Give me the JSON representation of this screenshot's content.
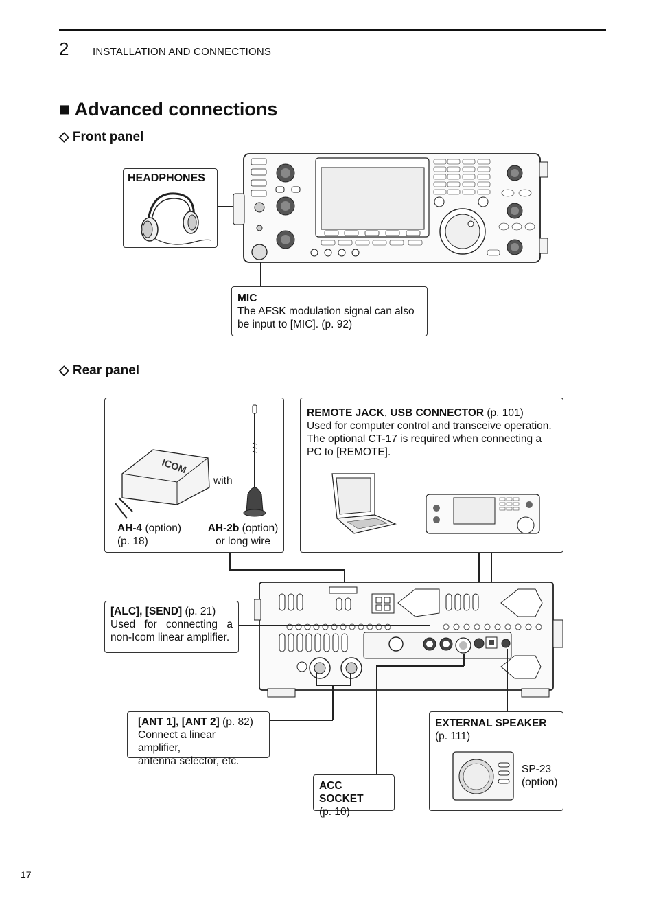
{
  "header": {
    "chapter_number": "2",
    "chapter_title": "INSTALLATION AND CONNECTIONS"
  },
  "section": {
    "title": "■ Advanced connections"
  },
  "front_panel": {
    "title": "◇ Front panel",
    "headphones_label": "HEADPHONES",
    "mic": {
      "title": "MIC",
      "text_1": "The AFSK modulation signal can also",
      "text_2": "be input to [MIC]. (p. 92)"
    }
  },
  "rear_panel": {
    "title": "◇ Rear panel",
    "with_label": "with",
    "ah4": {
      "name": "AH-4",
      "option": " (option)",
      "page": "(p. 18)"
    },
    "ah2b": {
      "name": "AH-2b",
      "option": " (option)",
      "alt": "or long wire"
    },
    "remote": {
      "title_1": "REMOTE JACK",
      "sep": ", ",
      "title_2": "USB CONNECTOR",
      "page": " (p. 101)",
      "line_1": "Used for computer control and transceive operation.",
      "line_2": "The optional CT-17 is required when connecting a",
      "line_3": "PC to [REMOTE]."
    },
    "alc": {
      "title": "[ALC], [SEND]",
      "page": " (p. 21)",
      "line_1": "Used for connecting a",
      "line_2": "non-Icom linear amplifier."
    },
    "ant": {
      "title": "[ANT 1], [ANT 2]",
      "page": " (p. 82)",
      "line_1": "Connect a linear amplifier,",
      "line_2": "antenna selector, etc."
    },
    "acc": {
      "title": "ACC SOCKET",
      "page": "(p. 10)"
    },
    "ext_speaker": {
      "title": "EXTERNAL SPEAKER",
      "page": "(p. 111)",
      "model": "SP-23",
      "option": "(option)"
    }
  },
  "footer": {
    "page_number": "17"
  }
}
